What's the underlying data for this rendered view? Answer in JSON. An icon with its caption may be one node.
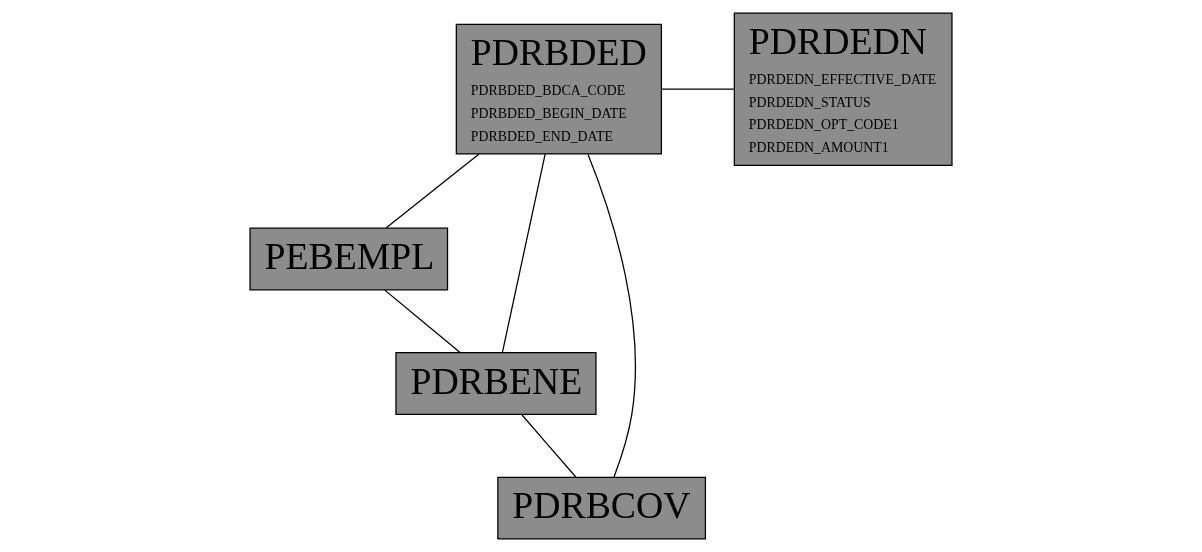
{
  "diagram": {
    "nodes": [
      {
        "text": [
          "PEBEMPL"
        ]
      },
      {
        "text": [
          "PDRBDED",
          "PDRBDED_BDCA_CODE",
          "PDRBDED_BEGIN_DATE",
          "PDRBDED_END_DATE"
        ]
      },
      {
        "text": [
          "PDRDEDN",
          "PDRDEDN_EFFECTIVE_DATE",
          "PDRDEDN_STATUS",
          "PDRDEDN_OPT_CODE1",
          "PDRDEDN_AMOUNT1"
        ]
      },
      {
        "text": [
          "PDRBENE"
        ]
      },
      {
        "text": [
          "PDRBCOV"
        ]
      }
    ],
    "edges": [
      {
        "from": 0,
        "to": 3,
        "arrow": "none"
      },
      {
        "from": 1,
        "to": 0,
        "arrow": "none"
      },
      {
        "from": 1,
        "to": 3,
        "arrow": "none"
      },
      {
        "from": 1,
        "to": 2,
        "arrow": "none"
      },
      {
        "from": 3,
        "to": 4,
        "arrow": "none"
      },
      {
        "from": 1,
        "to": 4,
        "arrow": "none"
      }
    ]
  }
}
